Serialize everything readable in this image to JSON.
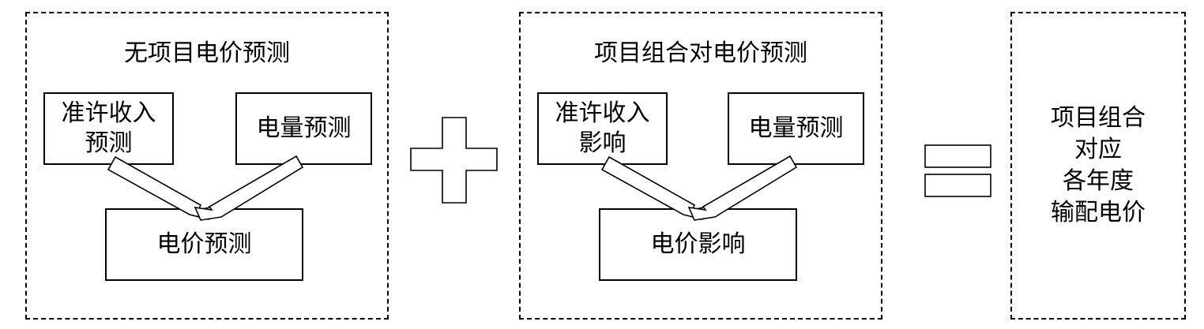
{
  "groups": [
    {
      "title": "无项目电价预测",
      "inputs": [
        {
          "lines": [
            "准许收入",
            "预测"
          ]
        },
        {
          "lines": [
            "电量预测"
          ]
        }
      ],
      "output": "电价预测"
    },
    {
      "title": "项目组合对电价预测",
      "inputs": [
        {
          "lines": [
            "准许收入",
            "影响"
          ]
        },
        {
          "lines": [
            "电量预测"
          ]
        }
      ],
      "output": "电价影响"
    }
  ],
  "operators": {
    "plus": "plus",
    "equals": "equals"
  },
  "result": {
    "lines": [
      "项目组合",
      "对应",
      "各年度",
      "输配电价"
    ]
  }
}
